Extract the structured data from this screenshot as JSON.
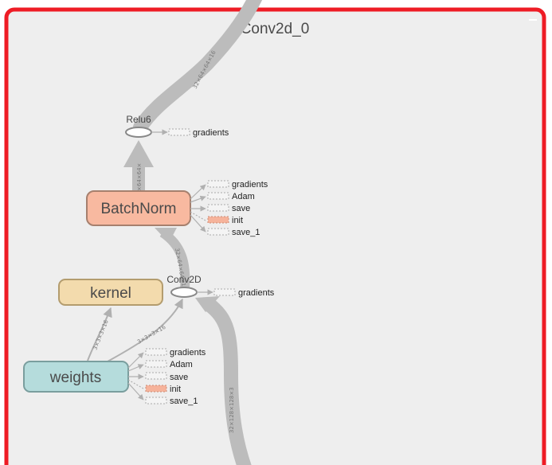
{
  "graph": {
    "scope_title": "Conv2d_0",
    "frame_color": "#ee1c25",
    "background_color": "#eeeeee",
    "nodes": {
      "batchnorm": {
        "label": "BatchNorm",
        "fill": "#f8b9a0",
        "stroke": "#a6806e"
      },
      "kernel": {
        "label": "kernel",
        "fill": "#f3dbad",
        "stroke": "#b39c6e"
      },
      "weights": {
        "label": "weights",
        "fill": "#b5dcdc",
        "stroke": "#7a9e9e"
      }
    },
    "ops": {
      "relu6": {
        "label": "Relu6"
      },
      "conv2d": {
        "label": "Conv2D"
      }
    },
    "aux": {
      "relu6_gradients": "gradients",
      "conv2d_gradients": "gradients",
      "batchnorm": [
        "gradients",
        "Adam",
        "save",
        "init",
        "save_1"
      ],
      "weights": [
        "gradients",
        "Adam",
        "save",
        "init",
        "save_1"
      ]
    },
    "edge_labels": {
      "relu6_out": "32×64×64×16",
      "batchnorm_to_relu6": "×64×64×",
      "conv2d_to_batchnorm": "32×64×64×16",
      "weights_to_kernel": "3×3×3×16",
      "weights_to_conv2d": "3×3×3×16",
      "input_to_conv2d": "32×128×128×3"
    }
  }
}
